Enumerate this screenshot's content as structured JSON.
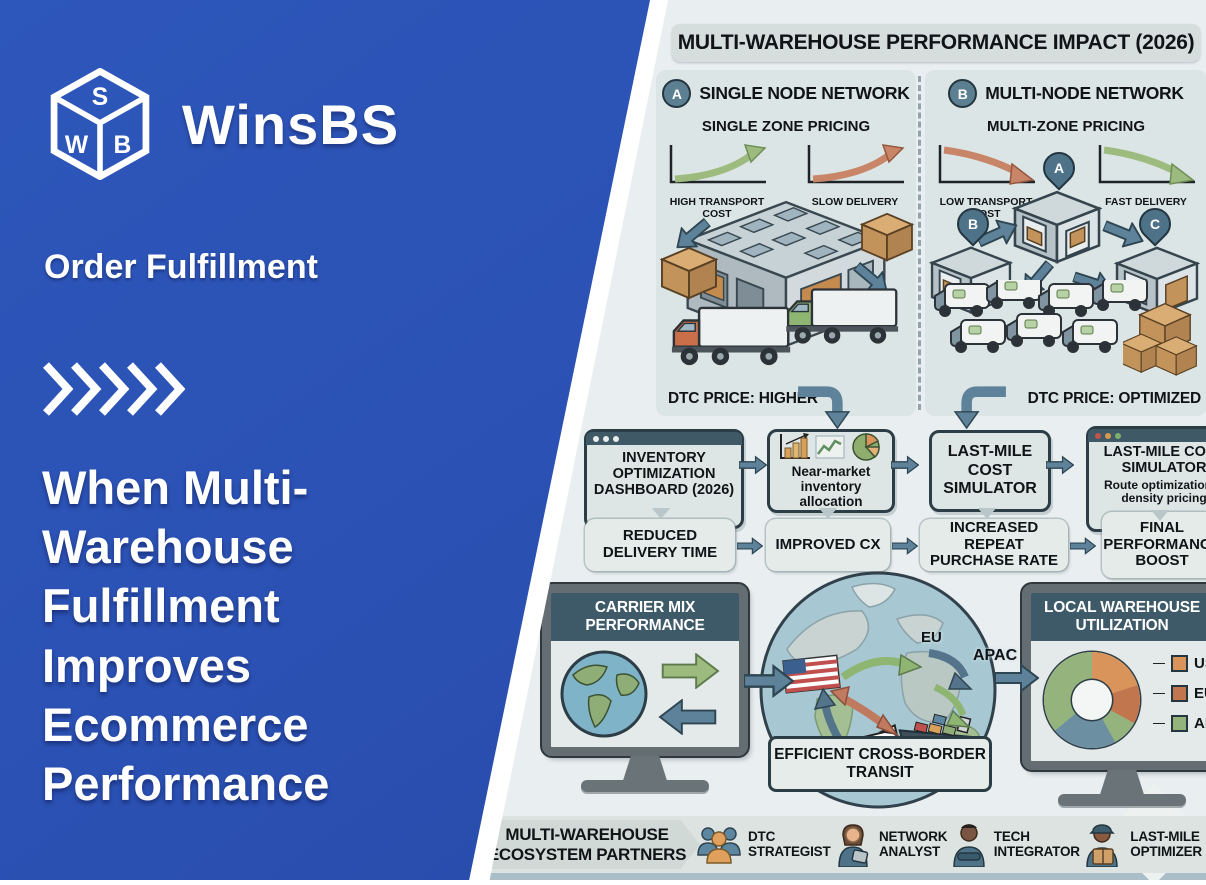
{
  "brand": {
    "name": "WinsBS"
  },
  "left_panel": {
    "category": "Order Fulfillment",
    "title_lines": [
      "When Multi-",
      "Warehouse",
      "Fulfillment",
      "Improves",
      "Ecommerce",
      "Performance"
    ]
  },
  "infographic": {
    "title": "MULTI-WAREHOUSE PERFORMANCE IMPACT (2026)",
    "panel_a": {
      "badge": "A",
      "header": "SINGLE NODE NETWORK",
      "pricing": "SINGLE ZONE PRICING",
      "chart_left": "HIGH TRANSPORT COST",
      "chart_right": "SLOW DELIVERY",
      "dtc": "DTC PRICE: HIGHER"
    },
    "panel_b": {
      "badge": "B",
      "header": "MULTI-NODE NETWORK",
      "pricing": "MULTI-ZONE PRICING",
      "chart_left": "LOW TRANSPORT COST",
      "chart_right": "FAST DELIVERY",
      "dtc": "DTC PRICE: OPTIMIZED",
      "pins": [
        "A",
        "B",
        "C"
      ]
    },
    "flow_row1": [
      {
        "title": "INVENTORY OPTIMIZATION DASHBOARD (2026)"
      },
      {
        "title": "Near-market inventory allocation"
      },
      {
        "title": "LAST-MILE COST SIMULATOR"
      },
      {
        "title": "LAST-MILE COST SIMULATOR",
        "subtitle": "Route optimization & density pricing"
      }
    ],
    "flow_row2": [
      {
        "label": "REDUCED DELIVERY TIME"
      },
      {
        "label": "IMPROVED CX"
      },
      {
        "label": "INCREASED REPEAT PURCHASE RATE"
      },
      {
        "label": "FINAL PERFORMANCE BOOST"
      }
    ],
    "carrier_monitor": {
      "title": "CARRIER MIX PERFORMANCE"
    },
    "globe": {
      "eu": "EU",
      "apac": "APAC",
      "caption": "EFFICIENT CROSS-BORDER TRANSIT"
    },
    "utilization_monitor": {
      "title": "LOCAL WAREHOUSE UTILIZATION",
      "legend": [
        {
          "label": "USA",
          "color": "#d9945c"
        },
        {
          "label": "EU",
          "color": "#c1764e"
        },
        {
          "label": "APAC",
          "color": "#95b37d"
        }
      ]
    },
    "partners": {
      "heading_line1": "MULTI-WAREHOUSE",
      "heading_line2": "ECOSYSTEM PARTNERS",
      "items": [
        {
          "line1": "DTC",
          "line2": "STRATEGIST"
        },
        {
          "line1": "NETWORK",
          "line2": "ANALYST"
        },
        {
          "line1": "TECH",
          "line2": "INTEGRATOR"
        },
        {
          "line1": "LAST-MILE",
          "line2": "OPTIMIZER"
        }
      ]
    }
  },
  "chart_data": {
    "type": "pie",
    "title": "LOCAL WAREHOUSE UTILIZATION",
    "hole": true,
    "legend_position": "right",
    "segments": [
      {
        "label": "USA",
        "value": 20,
        "color": "#d9945c"
      },
      {
        "label": "EU",
        "value": 13,
        "color": "#c1764e"
      },
      {
        "label": "APAC",
        "value": 9,
        "color": "#95b37d"
      },
      {
        "label": "(unlabeled)",
        "value": 22,
        "color": "#6d8fa2"
      },
      {
        "label": "APAC",
        "value": 36,
        "color": "#95b37d"
      }
    ]
  },
  "colors": {
    "brand_blue": "#2a50b2",
    "steel_arrow": "#5e8299",
    "panel_bg": "#dce5e5",
    "box_border": "#2c3d46",
    "monitor_header": "#3e5a68",
    "partners_bar": "#dce3e0",
    "chart_green": "#9dbb7e",
    "chart_red": "#c88568"
  }
}
